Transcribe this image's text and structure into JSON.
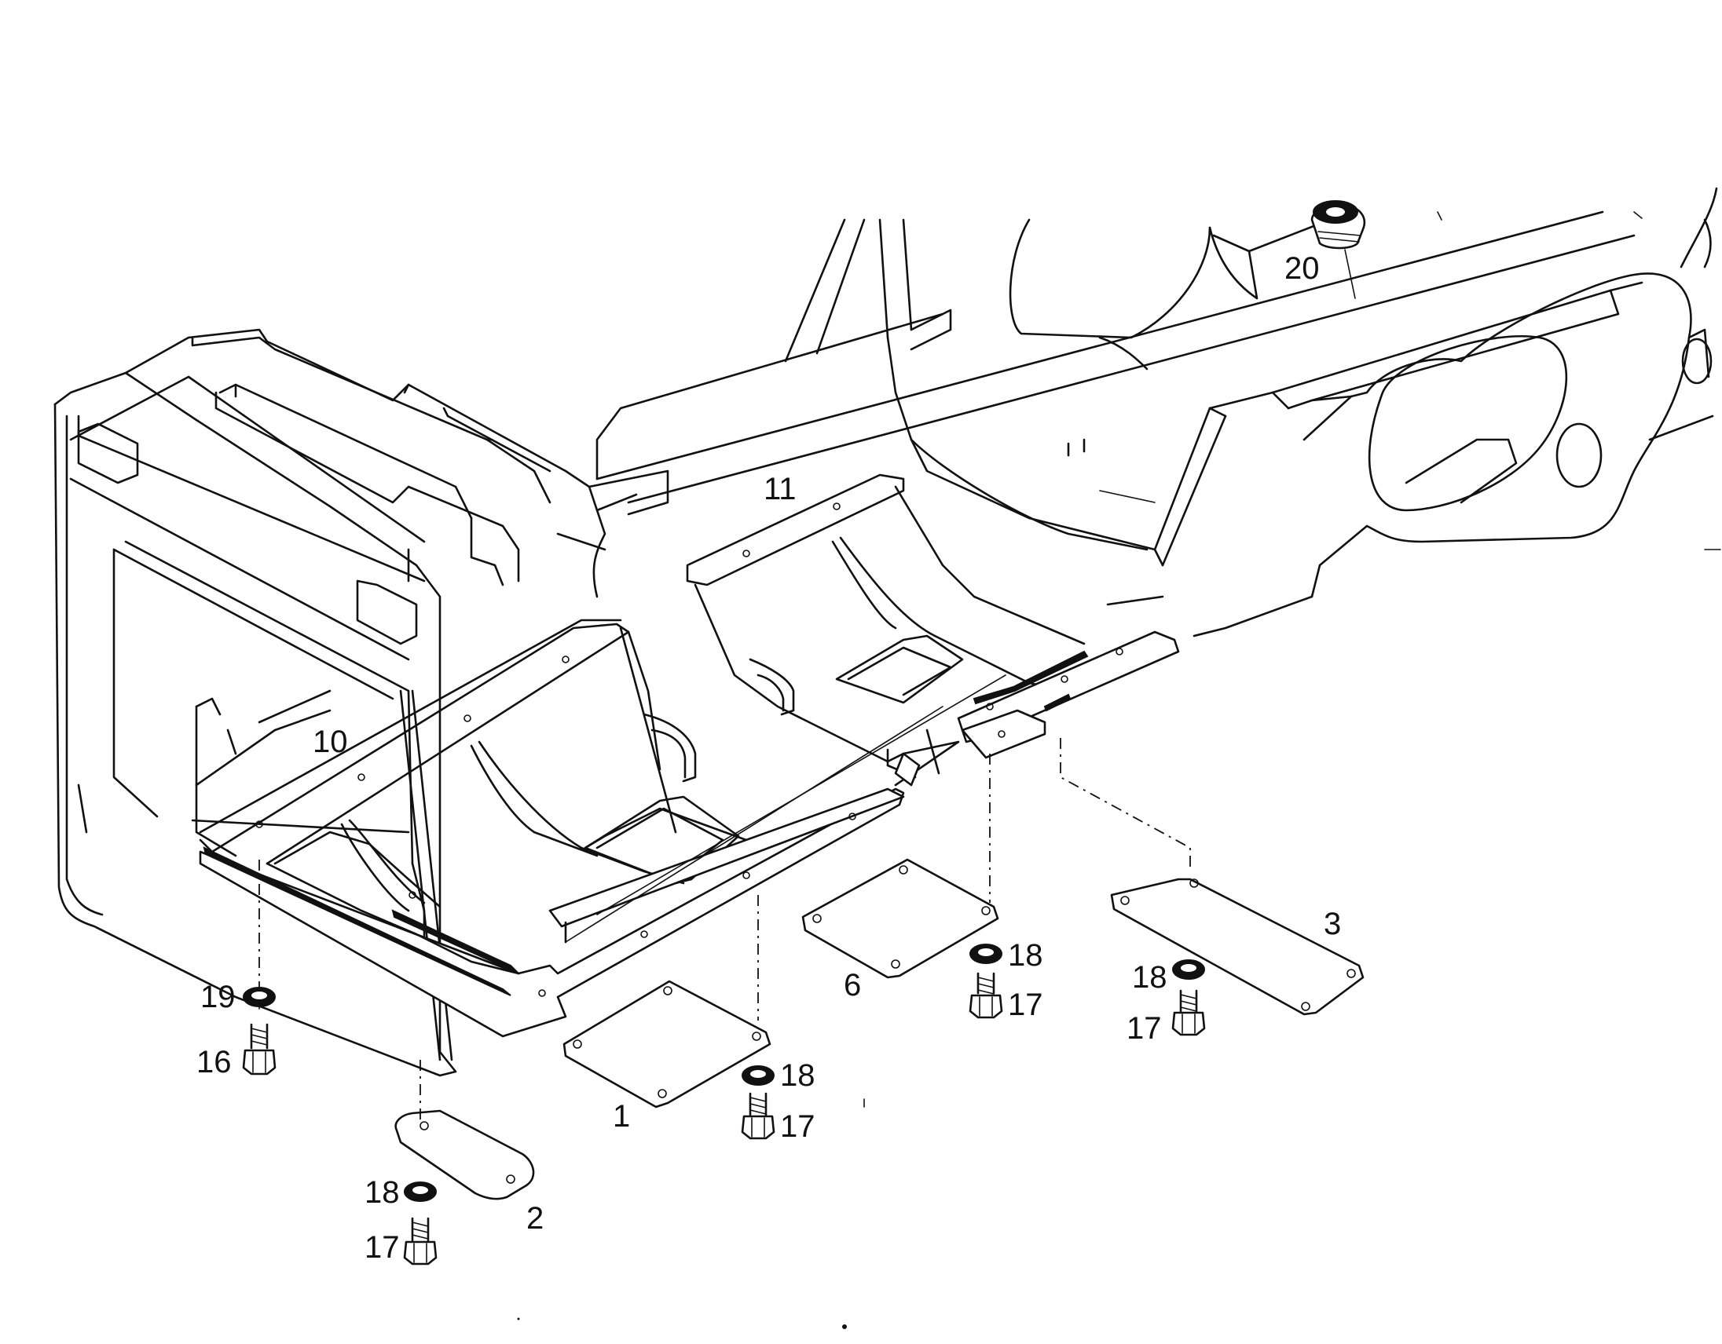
{
  "diagram": {
    "callouts": {
      "c1": "1",
      "c2": "2",
      "c3": "3",
      "c6": "6",
      "c10": "10",
      "c11": "11",
      "c16": "16",
      "c17a": "17",
      "c17b": "17",
      "c17c": "17",
      "c17d": "17",
      "c18a": "18",
      "c18b": "18",
      "c18c": "18",
      "c18d": "18",
      "c19": "19",
      "c20": "20"
    }
  }
}
